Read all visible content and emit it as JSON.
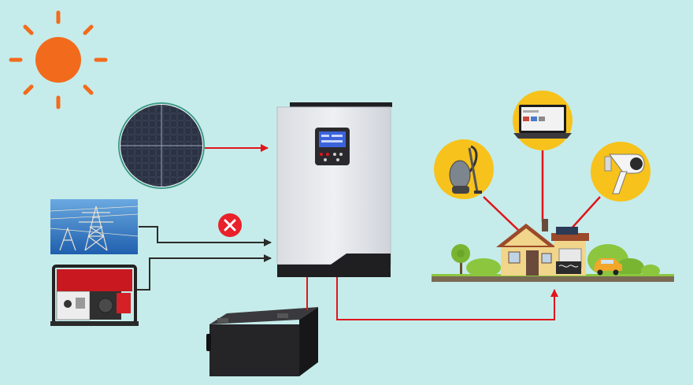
{
  "diagram": {
    "background": "#c5ecea",
    "colors": {
      "sun": "#f26b1d",
      "red_line": "#e0151b",
      "dark_line": "#2b2b2b",
      "error_badge": "#e8212b",
      "appliance_circle": "#f7c21b",
      "inverter_body": "#e4e6ea",
      "inverter_trim": "#1f1f22",
      "battery": "#252528",
      "ground": "#7a6a52",
      "grass": "#8cc63f",
      "house_wall": "#f1d58a",
      "roof": "#9a4a2a",
      "car": "#f2a72b",
      "lcd": "#3b63d9"
    },
    "nodes": [
      {
        "id": "sun",
        "icon": "sun-icon"
      },
      {
        "id": "solar-panel",
        "icon": "solar-panel-icon"
      },
      {
        "id": "power-grid",
        "icon": "transmission-tower-icon"
      },
      {
        "id": "generator",
        "icon": "diesel-generator-icon"
      },
      {
        "id": "inverter",
        "icon": "hybrid-inverter-icon"
      },
      {
        "id": "battery",
        "icon": "battery-icon"
      },
      {
        "id": "house",
        "icon": "house-icon"
      },
      {
        "id": "vacuum",
        "icon": "vacuum-cleaner-icon"
      },
      {
        "id": "laptop",
        "icon": "laptop-icon"
      },
      {
        "id": "hair-dryer",
        "icon": "hair-dryer-icon"
      }
    ],
    "edges": [
      {
        "from": "solar-panel",
        "to": "inverter",
        "style": "red-arrow"
      },
      {
        "from": "power-grid",
        "to": "inverter",
        "style": "dark-arrow",
        "status": "disconnected",
        "badge_icon": "error-x-icon"
      },
      {
        "from": "generator",
        "to": "inverter",
        "style": "dark-arrow"
      },
      {
        "from": "inverter",
        "to": "battery",
        "style": "red-line"
      },
      {
        "from": "inverter",
        "to": "house",
        "style": "red-arrow"
      },
      {
        "from": "house",
        "to": "vacuum",
        "style": "red-line"
      },
      {
        "from": "house",
        "to": "laptop",
        "style": "red-line"
      },
      {
        "from": "house",
        "to": "hair-dryer",
        "style": "red-line"
      }
    ]
  }
}
